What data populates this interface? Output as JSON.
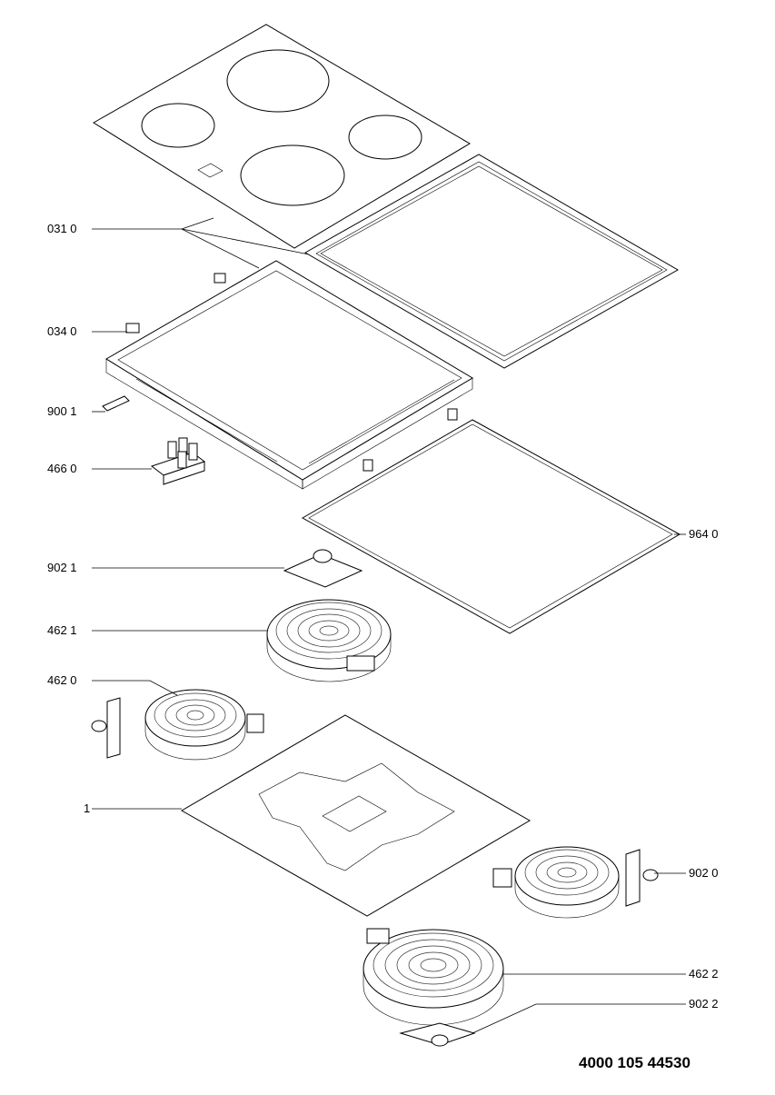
{
  "callouts": {
    "c0310": "031 0",
    "c0340": "034 0",
    "c9001": "900 1",
    "c4660": "466 0",
    "c9640": "964 0",
    "c9021": "902 1",
    "c4621": "462 1",
    "c4620": "462 0",
    "c1": "1",
    "c9020": "902 0",
    "c4622": "462 2",
    "c9022": "902 2"
  },
  "document_number": "4000 105 44530"
}
